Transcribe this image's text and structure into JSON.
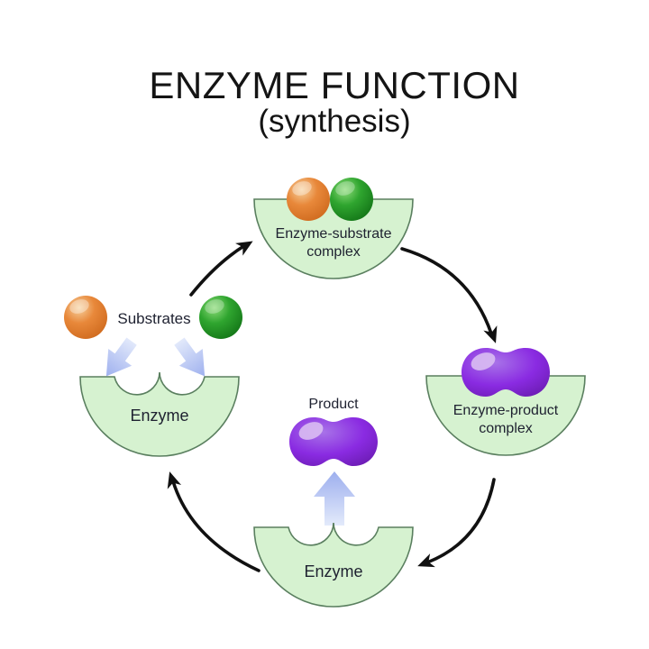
{
  "title": {
    "main": "ENZYME FUNCTION",
    "sub": "(synthesis)"
  },
  "labels": {
    "enzyme_substrate_complex": "Enzyme-substrate complex",
    "enzyme_product_complex": "Enzyme-product complex",
    "substrates": "Substrates",
    "enzyme_left": "Enzyme",
    "enzyme_bottom": "Enzyme",
    "product": "Product"
  },
  "colors": {
    "background": "#ffffff",
    "enzyme_fill": "#d6f2d0",
    "enzyme_stroke": "#5a7f5f",
    "substrate_orange_light": "#f6d2a0",
    "substrate_orange": "#e8883a",
    "substrate_orange_dark": "#cf6a1e",
    "substrate_green_light": "#8edc7a",
    "substrate_green": "#2fa52f",
    "substrate_green_dark": "#137517",
    "product_purple_light": "#a873e8",
    "product_purple": "#8a2be2",
    "product_purple_dark": "#6a1bb0",
    "product_highlight": "#d9bdf2",
    "flow_arrow_light": "#e3eafb",
    "flow_arrow_dark": "#9dafee",
    "cycle_arrow": "#111111",
    "text": "#1e2130"
  }
}
